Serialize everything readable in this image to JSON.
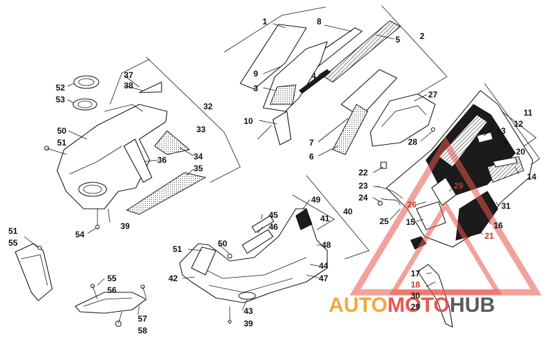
{
  "watermark": {
    "auto": "AUTO",
    "moto": "MOTO",
    "hub": "HUB",
    "colors": {
      "auto": "#f2a93b",
      "moto": "#e8554d",
      "hub": "#5a5a5a"
    }
  },
  "callouts": [
    {
      "id": "c1",
      "label": "1"
    },
    {
      "id": "c2",
      "label": "2"
    },
    {
      "id": "c3",
      "label": "3"
    },
    {
      "id": "c4",
      "label": "4"
    },
    {
      "id": "c5",
      "label": "5"
    },
    {
      "id": "c6",
      "label": "6"
    },
    {
      "id": "c7",
      "label": "7"
    },
    {
      "id": "c8",
      "label": "8"
    },
    {
      "id": "c9",
      "label": "9"
    },
    {
      "id": "c10",
      "label": "10"
    },
    {
      "id": "c11",
      "label": "11"
    },
    {
      "id": "c12",
      "label": "12"
    },
    {
      "id": "c13",
      "label": "13"
    },
    {
      "id": "c14",
      "label": "14"
    },
    {
      "id": "c15",
      "label": "15"
    },
    {
      "id": "c16",
      "label": "16"
    },
    {
      "id": "c17",
      "label": "17"
    },
    {
      "id": "c18",
      "label": "18"
    },
    {
      "id": "c19",
      "label": "19"
    },
    {
      "id": "c20",
      "label": "20"
    },
    {
      "id": "c21",
      "label": "21"
    },
    {
      "id": "c22",
      "label": "22"
    },
    {
      "id": "c23",
      "label": "23"
    },
    {
      "id": "c24",
      "label": "24"
    },
    {
      "id": "c25",
      "label": "25"
    },
    {
      "id": "c26",
      "label": "26"
    },
    {
      "id": "c27",
      "label": "27"
    },
    {
      "id": "c28",
      "label": "28"
    },
    {
      "id": "c29a",
      "label": "29"
    },
    {
      "id": "c29b",
      "label": "29"
    },
    {
      "id": "c30",
      "label": "30"
    },
    {
      "id": "c31",
      "label": "31"
    },
    {
      "id": "c32",
      "label": "32"
    },
    {
      "id": "c33",
      "label": "33"
    },
    {
      "id": "c34",
      "label": "34"
    },
    {
      "id": "c35",
      "label": "35"
    },
    {
      "id": "c36",
      "label": "36"
    },
    {
      "id": "c37",
      "label": "37"
    },
    {
      "id": "c38",
      "label": "38"
    },
    {
      "id": "c39a",
      "label": "39"
    },
    {
      "id": "c39b",
      "label": "39"
    },
    {
      "id": "c40",
      "label": "40"
    },
    {
      "id": "c41",
      "label": "41"
    },
    {
      "id": "c42",
      "label": "42"
    },
    {
      "id": "c43",
      "label": "43"
    },
    {
      "id": "c44",
      "label": "44"
    },
    {
      "id": "c45",
      "label": "45"
    },
    {
      "id": "c46",
      "label": "46"
    },
    {
      "id": "c47",
      "label": "47"
    },
    {
      "id": "c48",
      "label": "48"
    },
    {
      "id": "c49",
      "label": "49"
    },
    {
      "id": "c50a",
      "label": "50"
    },
    {
      "id": "c50b",
      "label": "50"
    },
    {
      "id": "c51a",
      "label": "51"
    },
    {
      "id": "c51b",
      "label": "51"
    },
    {
      "id": "c51c",
      "label": "51"
    },
    {
      "id": "c52",
      "label": "52"
    },
    {
      "id": "c53",
      "label": "53"
    },
    {
      "id": "c54",
      "label": "54"
    },
    {
      "id": "c55a",
      "label": "55"
    },
    {
      "id": "c55b",
      "label": "55"
    },
    {
      "id": "c56",
      "label": "56"
    },
    {
      "id": "c57",
      "label": "57"
    },
    {
      "id": "c58",
      "label": "58"
    }
  ]
}
